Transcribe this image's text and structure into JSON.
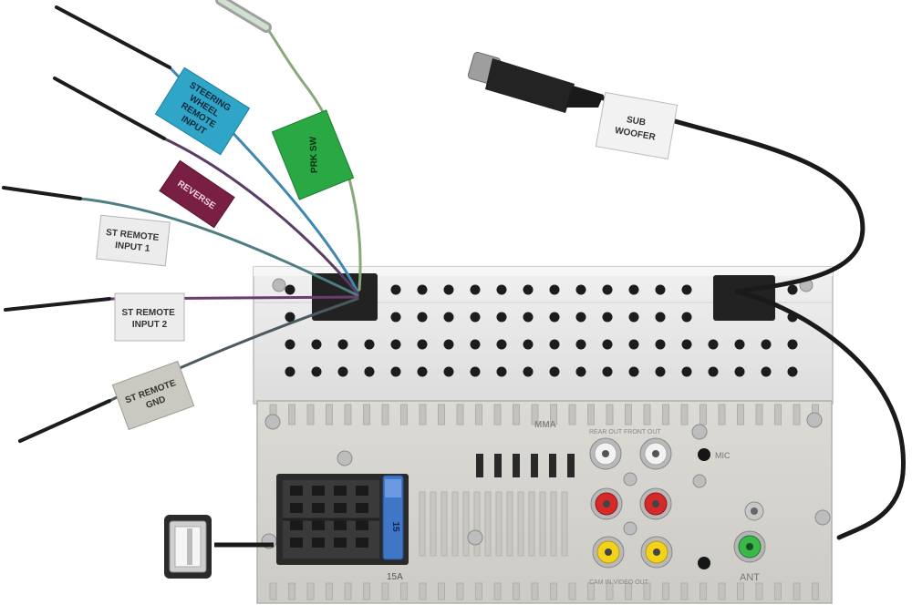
{
  "labels": {
    "steering": [
      "STEERING",
      "WHEEL",
      "REMOTE",
      "INPUT"
    ],
    "reverse": "REVERSE",
    "st_remote_input_1": [
      "ST REMOTE",
      "INPUT 1"
    ],
    "st_remote_input_2": [
      "ST REMOTE",
      "INPUT 2"
    ],
    "st_remote_gnd": [
      "ST REMOTE",
      "GND"
    ],
    "prk_sw": "PRK  SW",
    "sub_woofer": [
      "SUB",
      "WOOFER"
    ]
  },
  "panel": {
    "brand_logo": "MMA",
    "rear_front_out": "REAR OUT FRONT OUT",
    "mic": "MIC",
    "fuse_rating": "15",
    "fuse_note": "15A",
    "ant": "ANT",
    "video_in_out": "CAM IN   VIDEO OUT"
  },
  "colors": {
    "steering_tag": "#2fa5c8",
    "reverse_tag": "#7a1f44",
    "prk_tag": "#2aa843",
    "tag_paper": "#ececec",
    "gnd_tag": "#c9c9c1",
    "rca_white": "#f2f2f2",
    "rca_red": "#d42a2a",
    "rca_yellow": "#f2d21a",
    "fuse_blue": "#3f76c6",
    "antenna_green": "#3bb84a",
    "metal": "#e6e6e6",
    "panel": "#d7d5d0"
  }
}
